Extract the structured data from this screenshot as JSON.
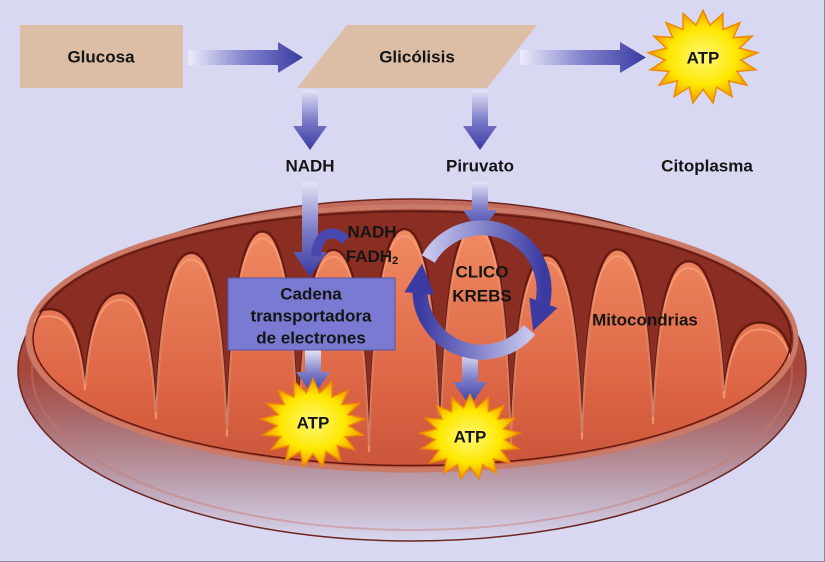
{
  "diagram": {
    "nodes": [
      {
        "lines": [
          "Glucosa"
        ]
      },
      {
        "lines": [
          "Glicólisis"
        ]
      },
      {
        "lines": [
          "ATP"
        ]
      },
      {
        "lines": [
          "NADH"
        ]
      },
      {
        "lines": [
          "Piruvato"
        ]
      },
      {
        "lines": [
          "Citoplasma"
        ]
      },
      {
        "lines": [
          "NADH",
          "FADH"
        ],
        "subscript": "2"
      },
      {
        "lines": [
          "CLICO",
          "KREBS"
        ]
      },
      {
        "lines": [
          "Cadena",
          "transportadora",
          "de electrones"
        ]
      },
      {
        "lines": [
          "ATP"
        ]
      },
      {
        "lines": [
          "ATP"
        ]
      },
      {
        "lines": [
          "Mitocondrias"
        ]
      }
    ],
    "edges": [
      [
        0,
        1
      ],
      [
        1,
        2
      ],
      [
        1,
        3
      ],
      [
        1,
        4
      ],
      [
        3,
        8
      ],
      [
        4,
        7
      ],
      [
        7,
        6
      ],
      [
        6,
        8
      ],
      [
        8,
        9
      ],
      [
        7,
        10
      ]
    ]
  },
  "colors": {
    "background": "#d8d8f2",
    "box_tan": "#dcbea6",
    "arrow_blue": "#3a3aa2",
    "chain_box": "#7a7ad2",
    "atp_yellow": "#ffe800",
    "atp_orange": "#f39a00",
    "mitochondria": "#a6463b",
    "cristae": "#dc6444"
  }
}
